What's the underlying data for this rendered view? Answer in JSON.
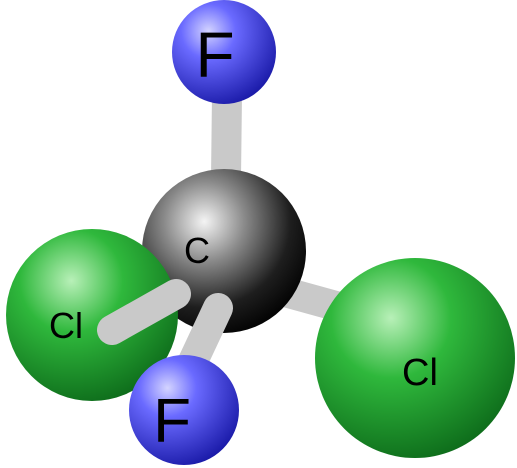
{
  "diagram": {
    "colors": {
      "carbon": "#111111",
      "fluorine": "#3a3aee",
      "chlorine": "#22a832",
      "bond": "#c8c8c8",
      "background": "#ffffff"
    },
    "atoms": [
      {
        "id": "c",
        "element": "carbon",
        "label": "C"
      },
      {
        "id": "f-top",
        "element": "fluorine",
        "label": "F"
      },
      {
        "id": "cl-left",
        "element": "chlorine",
        "label": "Cl"
      },
      {
        "id": "cl-right",
        "element": "chlorine",
        "label": "Cl"
      },
      {
        "id": "f-bottom",
        "element": "fluorine",
        "label": "F"
      }
    ],
    "bonds": [
      {
        "from": "c",
        "to": "f-top"
      },
      {
        "from": "c",
        "to": "cl-left"
      },
      {
        "from": "c",
        "to": "cl-right"
      },
      {
        "from": "c",
        "to": "f-bottom"
      }
    ]
  }
}
